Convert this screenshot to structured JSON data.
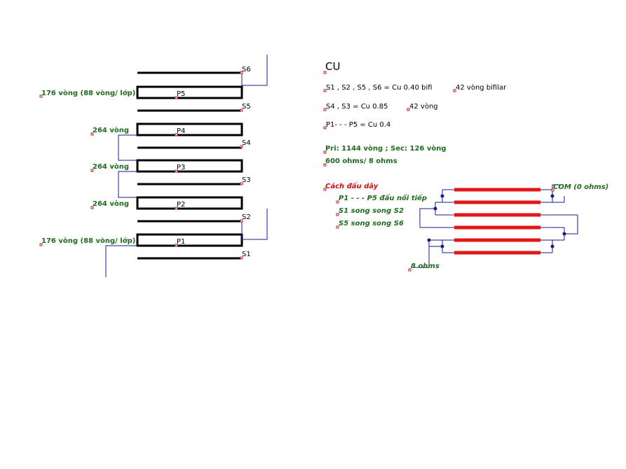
{
  "windings": {
    "secondary": [
      "S6",
      "S5",
      "S4",
      "S3",
      "S2",
      "S1"
    ],
    "primary": [
      "P5",
      "P4",
      "P3",
      "P2",
      "P1"
    ],
    "primary_turns": {
      "p5": "176 vòng (88 vòng/ lớp)",
      "p4": "264 vòng",
      "p3": "264 vòng",
      "p2": "264 vòng",
      "p1": "176 vòng (88 vòng/ lớp)"
    }
  },
  "spec": {
    "title": "CU",
    "line1": "S1 , S2 , S5 , S6 = Cu 0.40 bifi",
    "line1_note": "42 vòng bifilar",
    "line2": "S4 , S3 = Cu 0.85",
    "line2_note": "42 vòng",
    "line3": "P1- - - P5 = Cu 0.4",
    "summary1": "Pri: 1144 vòng ; Sec: 126 vòng",
    "summary2": "600 ohms/ 8 ohms"
  },
  "wiring": {
    "heading": "Cách đấu dây",
    "step1": "P1 - - - P5 đấu nối tiếp",
    "step2": "S1 song song S2",
    "step3": "S5 song song S6",
    "com_label": "COM (0 ohms)",
    "out_label": "8 ohms"
  },
  "colors": {
    "wire": "#1a1a8c",
    "coil": "#e01818",
    "label_green": "#1f6b1f",
    "label_red": "#d01010"
  }
}
